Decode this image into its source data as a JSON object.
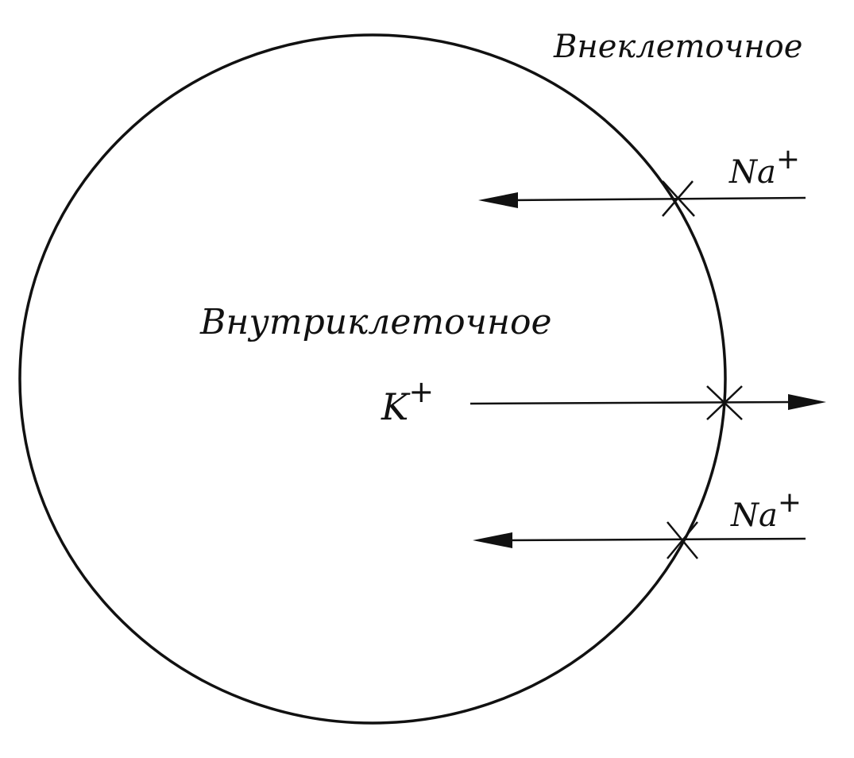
{
  "diagram": {
    "labels": {
      "outside": "Внеклеточное",
      "inside": "Внутриклеточное"
    },
    "ions": [
      {
        "symbol": "Na",
        "charge": "+",
        "direction": "inward"
      },
      {
        "symbol": "K",
        "charge": "+",
        "direction": "outward"
      },
      {
        "symbol": "Na",
        "charge": "+",
        "direction": "inward"
      }
    ],
    "colors": {
      "ink": "#111111",
      "background": "#ffffff"
    }
  }
}
